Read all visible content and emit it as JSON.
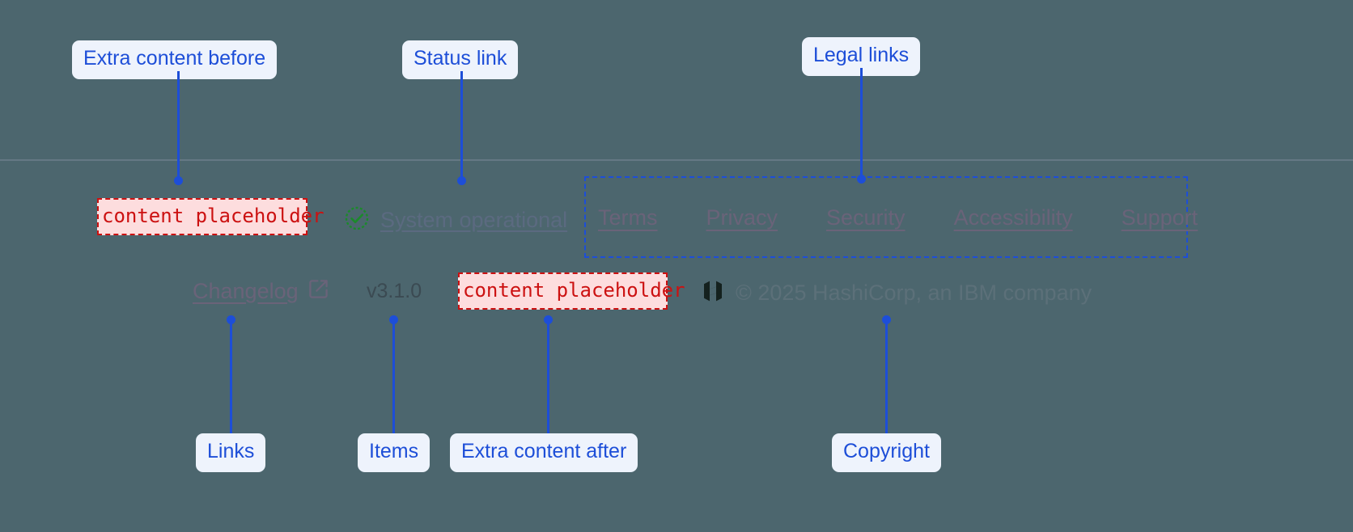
{
  "page": {
    "background_color": "#4c666e",
    "divider_color": "#6d7f8c"
  },
  "annotations": {
    "accent_color": "#1d4ed8",
    "pill_background": "#eef3fc",
    "callouts": [
      {
        "id": "extra-content-before",
        "label": "Extra content before"
      },
      {
        "id": "status-link",
        "label": "Status link"
      },
      {
        "id": "legal-links",
        "label": "Legal links"
      },
      {
        "id": "links",
        "label": "Links"
      },
      {
        "id": "items",
        "label": "Items"
      },
      {
        "id": "extra-content-after",
        "label": "Extra content after"
      },
      {
        "id": "copyright",
        "label": "Copyright"
      }
    ]
  },
  "footer": {
    "placeholders": {
      "before": "content placeholder",
      "after": "content placeholder",
      "text_color": "#cc1111",
      "background_color": "#fdddde"
    },
    "status": {
      "icon": "check-circle-icon",
      "icon_color": "#1b8a2b",
      "label": "System operational"
    },
    "legal_links": [
      {
        "label": "Terms"
      },
      {
        "label": "Privacy"
      },
      {
        "label": "Security"
      },
      {
        "label": "Accessibility"
      },
      {
        "label": "Support"
      }
    ],
    "changelog": {
      "label": "Changelog",
      "icon": "external-link-icon"
    },
    "version": "v3.1.0",
    "copyright": {
      "logo": "hashicorp-logo-icon",
      "text": "© 2025 HashiCorp, an IBM company"
    }
  }
}
